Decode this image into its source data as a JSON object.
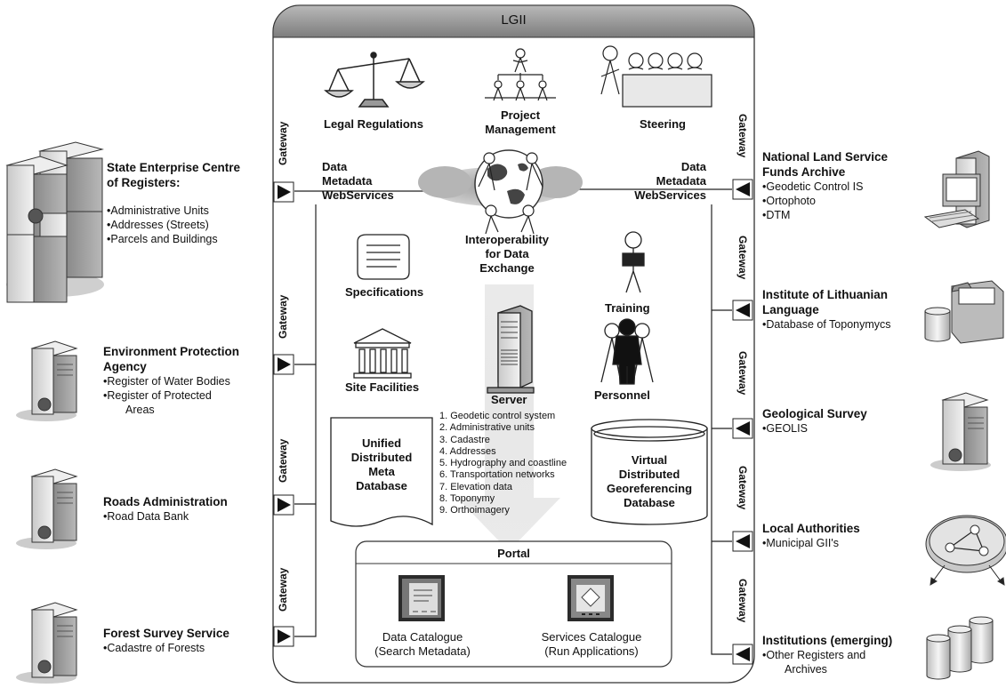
{
  "lgii": {
    "title": "LGII",
    "legal": "Legal Regulations",
    "project": "Project Management",
    "steering": "Steering",
    "data_left": [
      "Data",
      "Metadata",
      "WebServices"
    ],
    "data_right": [
      "Data",
      "Metadata",
      "WebServices"
    ],
    "interop": [
      "Interoperability",
      "for Data",
      "Exchange"
    ],
    "specifications": "Specifications",
    "training": "Training",
    "site_facilities": "Site Facilities",
    "server": "Server",
    "personnel": "Personnel",
    "meta_db": [
      "Unified",
      "Distributed",
      "Meta",
      "Database"
    ],
    "virtual_db": [
      "Virtual",
      "Distributed",
      "Georeferencing",
      "Database"
    ],
    "layers": [
      "1.  Geodetic control system",
      "2.  Administrative units",
      "3.  Cadastre",
      "4.  Addresses",
      "5.  Hydrography and coastline",
      "6.  Transportation networks",
      "7.  Elevation data",
      "8.  Toponymy",
      "9.  Orthoimagery"
    ],
    "portal": {
      "title": "Portal",
      "data_catalogue": [
        "Data Catalogue",
        "(Search Metadata)"
      ],
      "services_catalogue": [
        "Services Catalogue",
        "(Run Applications)"
      ]
    }
  },
  "gateway_label": "Gateway",
  "left": [
    {
      "title": [
        "State Enterprise Centre",
        "of Registers:"
      ],
      "items": [
        "Administrative Units",
        "Addresses (Streets)",
        "Parcels and Buildings"
      ]
    },
    {
      "title": [
        "Environment Protection",
        "Agency"
      ],
      "items": [
        "Register of Water Bodies",
        "Register of Protected",
        "Areas"
      ]
    },
    {
      "title": [
        "Roads Administration"
      ],
      "items": [
        "Road Data Bank"
      ]
    },
    {
      "title": [
        "Forest Survey Service"
      ],
      "items": [
        "Cadastre of Forests"
      ]
    }
  ],
  "right": [
    {
      "title": [
        "National Land Service",
        "Funds Archive"
      ],
      "items": [
        "Geodetic Control IS",
        "Ortophoto",
        "DTM"
      ]
    },
    {
      "title": [
        "Institute of Lithuanian",
        "Language"
      ],
      "items": [
        "Database of Toponymycs"
      ]
    },
    {
      "title": [
        "Geological Survey"
      ],
      "items": [
        "GEOLIS"
      ]
    },
    {
      "title": [
        "Local Authorities"
      ],
      "items": [
        "Municipal GII's"
      ]
    },
    {
      "title": [
        "Institutions (emerging)"
      ],
      "items": [
        "Other Registers and",
        "Archives"
      ]
    }
  ]
}
